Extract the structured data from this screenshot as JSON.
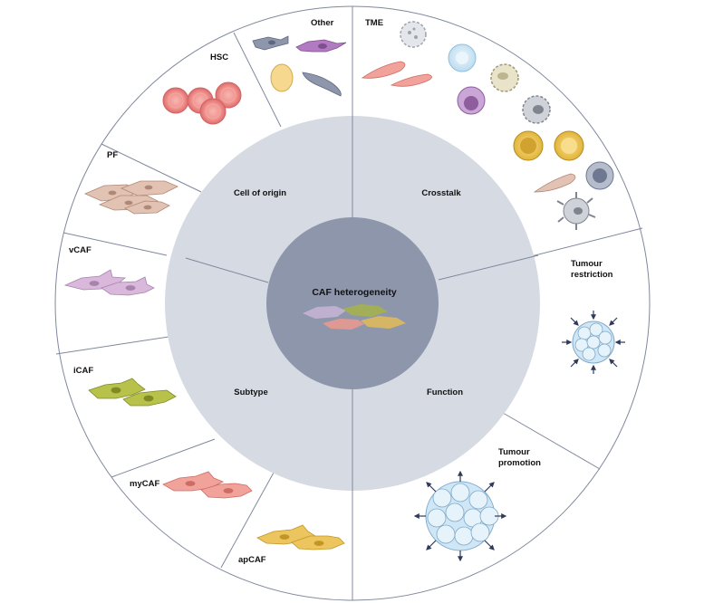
{
  "diagram": {
    "center_label": "CAF heterogeneity",
    "inner_labels": {
      "origin": "Cell of origin",
      "crosstalk": "Crosstalk",
      "subtype": "Subtype",
      "function": "Function"
    },
    "outer_labels": {
      "other": "Other",
      "tme": "TME",
      "hsc": "HSC",
      "pf": "PF",
      "vcaf": "vCAF",
      "icaf": "iCAF",
      "mycaf": "myCAF",
      "apcaf": "apCAF",
      "tumour_restriction_1": "Tumour",
      "tumour_restriction_2": "restriction",
      "tumour_promotion_1": "Tumour",
      "tumour_promotion_2": "promotion"
    },
    "colors": {
      "outer_ring": "#ffffff",
      "middle_ring": "#d6dae2",
      "inner_circle": "#8d96ab",
      "divider": "#7f889c",
      "vcaf": "#d9b8dc",
      "icaf": "#b8c24a",
      "mycaf": "#f1a29a",
      "apcaf": "#ecc55e",
      "pf": "#e2c2b3",
      "hsc": "#f08a8a",
      "tumour": "#cfe6f6"
    }
  }
}
